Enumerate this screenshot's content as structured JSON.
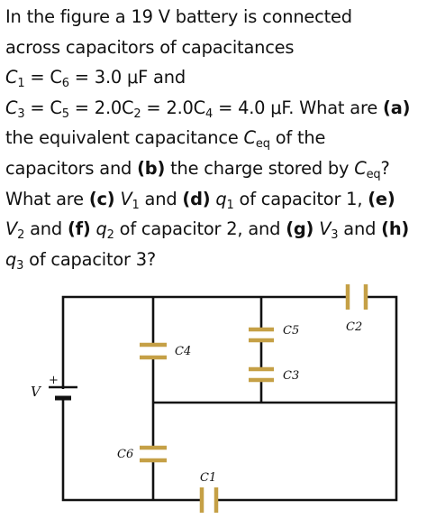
{
  "question": {
    "line1": "In the figure a 19 V battery is connected",
    "line2": "across capacitors of capacitances",
    "l3_a": "C",
    "l3_b": "1",
    "l3_c": " = C",
    "l3_d": "6",
    "l3_e": " = 3.0 μF and",
    "l4_a": "C",
    "l4_b": "3",
    "l4_c": " = C",
    "l4_d": "5",
    "l4_e": " = 2.0C",
    "l4_f": "2",
    "l4_g": " = 2.0C",
    "l4_h": "4",
    "l4_i": " = 4.0 μF. What are ",
    "l4_j": "(a)",
    "l5_a": "the equivalent capacitance ",
    "l5_b": "C",
    "l5_c": "eq",
    "l5_d": " of the",
    "l6_a": "capacitors and ",
    "l6_b": "(b)",
    "l6_c": " the charge stored by ",
    "l6_d": "C",
    "l6_e": "eq",
    "l6_f": "?",
    "l7_a": "What are ",
    "l7_b": "(c)",
    "l7_c": " ",
    "l7_d": "V",
    "l7_e": "1",
    "l7_f": " and ",
    "l7_g": "(d)",
    "l7_h": " ",
    "l7_i": "q",
    "l7_j": "1",
    "l7_k": " of capacitor 1, ",
    "l7_l": "(e)",
    "l8_a": "V",
    "l8_b": "2",
    "l8_c": " and ",
    "l8_d": "(f)",
    "l8_e": " ",
    "l8_f": "q",
    "l8_g": "2",
    "l8_h": " of capacitor 2, and ",
    "l8_i": "(g)",
    "l8_j": " ",
    "l8_k": "V",
    "l8_l": "3",
    "l8_m": " and ",
    "l8_n": "(h)",
    "l9_a": "q",
    "l9_b": "3",
    "l9_c": " of capacitor 3?"
  },
  "circuit": {
    "battery_label": "V",
    "battery_plus": "+",
    "labels": {
      "c1": "C1",
      "c2": "C2",
      "c3": "C3",
      "c4": "C4",
      "c5": "C5",
      "c6": "C6"
    }
  },
  "colors": {
    "text": "#111111",
    "wire": "#111111",
    "capacitor_plate": "#c5a046"
  }
}
